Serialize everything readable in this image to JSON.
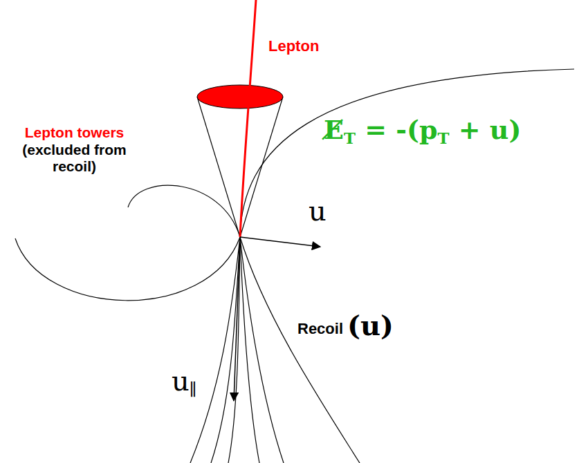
{
  "diagram": {
    "labels": [
      "Lepton",
      "Lepton towers",
      "(excluded from recoil)",
      "E̸T = -(pT + u)",
      "u",
      "Recoil",
      "(u)",
      "u∥"
    ]
  }
}
